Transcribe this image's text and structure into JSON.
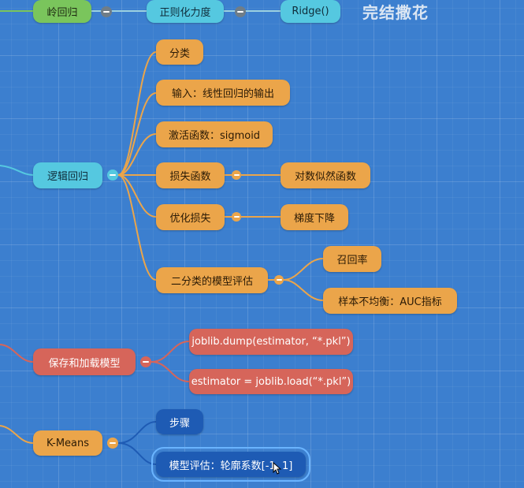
{
  "top_row": {
    "n1": "岭回归",
    "n2": "正则化力度",
    "n3": "Ridge()"
  },
  "title": "完结撒花",
  "logistic": {
    "label": "逻辑回归",
    "children": [
      {
        "label": "分类"
      },
      {
        "label": "输入：线性回归的输出"
      },
      {
        "label": "激活函数：sigmoid"
      },
      {
        "label": "损失函数",
        "child": "对数似然函数"
      },
      {
        "label": "优化损失",
        "child": "梯度下降"
      },
      {
        "label": "二分类的模型评估",
        "children": [
          "召回率",
          "样本不均衡：AUC指标"
        ]
      }
    ]
  },
  "save_load": {
    "label": "保存和加载模型",
    "children": [
      "joblib.dump(estimator, “*.pkl”)",
      "estimator = joblib.load(“*.pkl”)"
    ]
  },
  "kmeans": {
    "label": "K-Means",
    "children": [
      "步骤",
      "模型评估：轮廓系数[-1, 1]"
    ]
  },
  "colors": {
    "background": "#3c7fcf",
    "green": "#7ac55c",
    "cyan": "#55c8e0",
    "orange": "#eba54a",
    "red": "#d6655a",
    "navy": "#1e5bb4"
  }
}
